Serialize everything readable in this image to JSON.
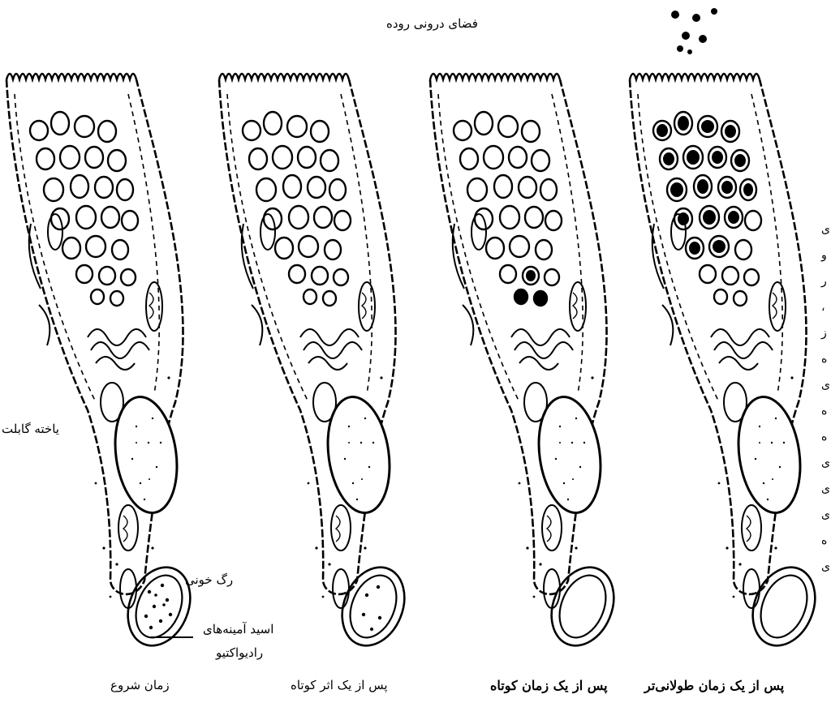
{
  "lumen_label": "فضای درونی روده",
  "goblet_cell_label": "یاخته گابلت",
  "blood_vessel_label": "رگ خونی",
  "amino_acid_label_line1": "اسید آمینه‌های",
  "amino_acid_label_line2": "رادیواکتیو",
  "stages": [
    {
      "caption": "زمان شروع"
    },
    {
      "caption": "پس از یک اثر کوتاه"
    },
    {
      "caption": "پس از یک زمان کوتاه"
    },
    {
      "caption": "پس از یک زمان طولانی‌تر"
    }
  ],
  "side_text_fragments": [
    "ى",
    "و",
    "ر",
    "،",
    "ز",
    "ه",
    "ى",
    "ه",
    "ه",
    "ى",
    "ى",
    "ى",
    "ه",
    "ى"
  ]
}
